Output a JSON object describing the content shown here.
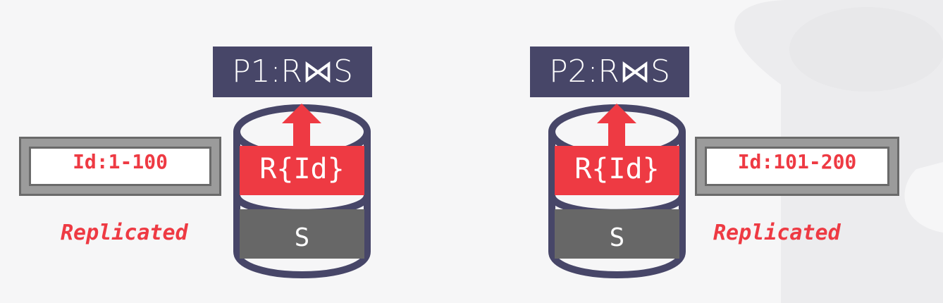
{
  "nodes": [
    {
      "title": "P1:R⋈S",
      "r_label": "R{Id}",
      "s_label": "S",
      "range": "Id:1-100",
      "replicated": "Replicated"
    },
    {
      "title": "P2:R⋈S",
      "r_label": "R{Id}",
      "s_label": "S",
      "range": "Id:101-200",
      "replicated": "Replicated"
    }
  ],
  "colors": {
    "title_bg": "#474668",
    "r_partition": "#ee3a43",
    "s_table": "#676767",
    "cylinder_outline": "#474668",
    "range_text": "#ee3a43"
  }
}
